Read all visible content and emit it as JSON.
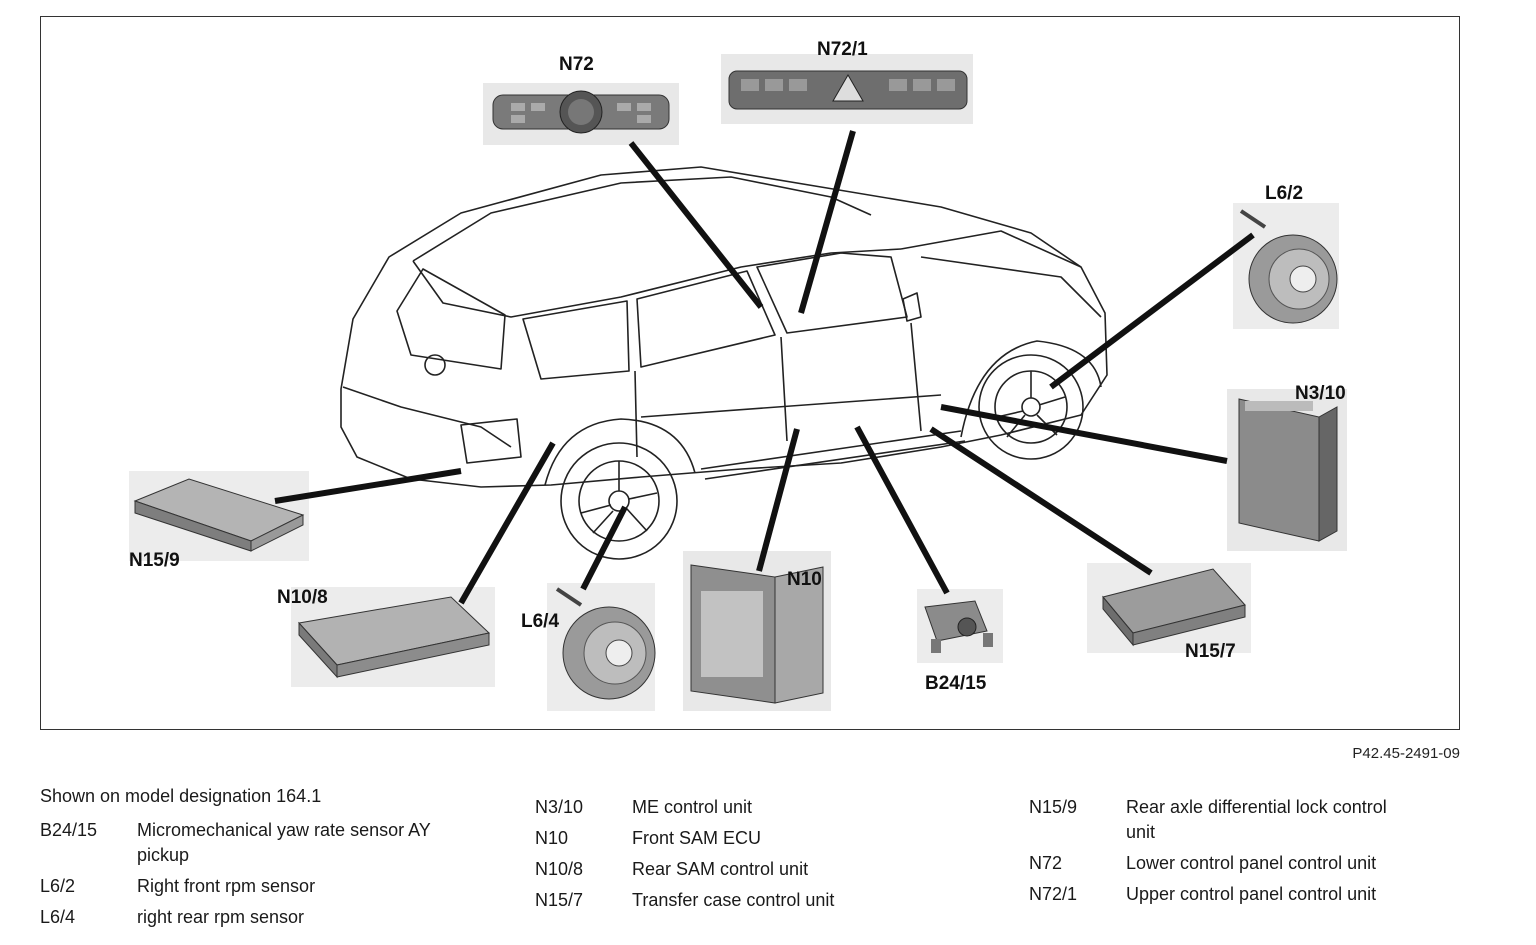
{
  "callouts": {
    "n72": "N72",
    "n72_1": "N72/1",
    "l6_2": "L6/2",
    "n3_10": "N3/10",
    "n15_9": "N15/9",
    "n10_8": "N10/8",
    "l6_4": "L6/4",
    "n10": "N10",
    "b24_15": "B24/15",
    "n15_7": "N15/7"
  },
  "figure_code": "P42.45-2491-09",
  "legend": {
    "intro": "Shown on model designation 164.1",
    "columns": [
      [
        {
          "code": "B24/15",
          "description": "Micromechanical yaw rate sensor AY pickup"
        },
        {
          "code": "L6/2",
          "description": "Right front rpm sensor"
        },
        {
          "code": "L6/4",
          "description": "right rear rpm sensor"
        }
      ],
      [
        {
          "code": "N3/10",
          "description": "ME control unit"
        },
        {
          "code": "N10",
          "description": "Front SAM ECU"
        },
        {
          "code": "N10/8",
          "description": "Rear SAM control unit"
        },
        {
          "code": "N15/7",
          "description": "Transfer case control unit"
        }
      ],
      [
        {
          "code": "N15/9",
          "description": "Rear axle differential lock control unit"
        },
        {
          "code": "N72",
          "description": "Lower control panel control unit"
        },
        {
          "code": "N72/1",
          "description": "Upper control panel control unit"
        }
      ]
    ]
  }
}
